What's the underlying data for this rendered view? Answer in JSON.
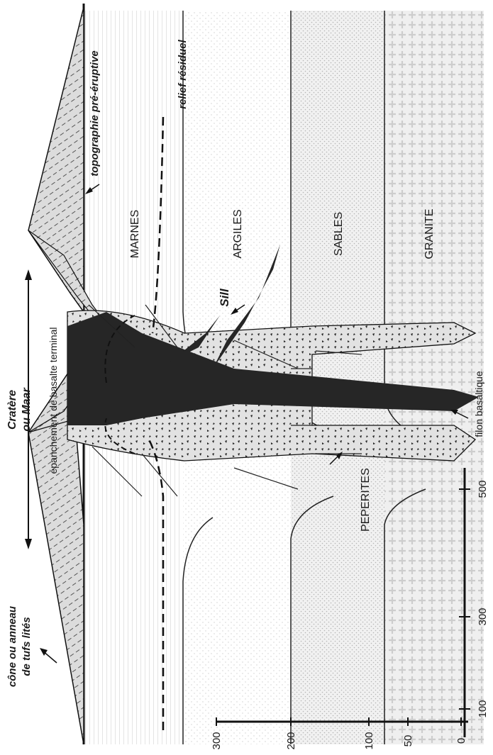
{
  "diagram": {
    "layers": {
      "marnes": "MARNES",
      "argiles": "ARGILES",
      "sables": "SABLES",
      "granite": "GRANITE"
    },
    "labels": {
      "cone_line1": "cône ou anneau",
      "cone_line2": "de tufs lités",
      "cratere_line1": "Cratère",
      "cratere_line2": "ou Maar",
      "epanchement": "épanchement de basalte terminal",
      "topographie": "topographie pré-éruptive",
      "relief": "relief résiduel",
      "sill": "Sill",
      "peperites": "PEPERITES",
      "filon": "filon basaltique"
    },
    "vertical_scale": {
      "ticks": [
        "300",
        "200",
        "100",
        "50",
        "0"
      ]
    },
    "horizontal_scale": {
      "ticks": [
        "100",
        "300",
        "500"
      ]
    }
  }
}
